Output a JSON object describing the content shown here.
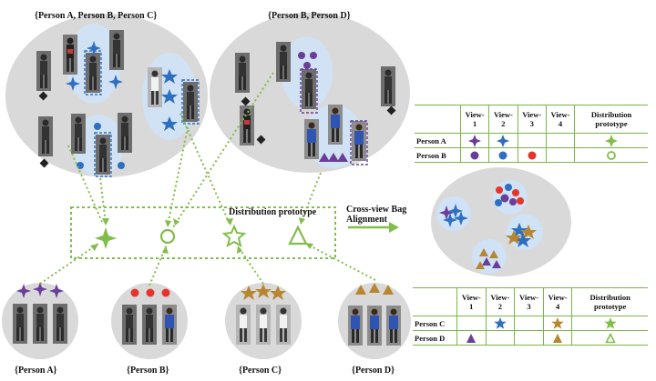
{
  "bags": {
    "left": "{Person A, Person B, Person C}",
    "right": "{Person B, Person D}"
  },
  "prototype_box_label": "Distribution prototype",
  "alignment_label": "Cross-view Bag Alignment",
  "persons": [
    "{Person A}",
    "{Person B}",
    "{Person C}",
    "{Person D}"
  ],
  "table_top": {
    "headers": [
      "View-1",
      "View-2",
      "View-3",
      "View-4",
      "Distribution prototype"
    ],
    "rows": [
      {
        "label": "Person A",
        "cells": [
          "purple-cross-star-icon",
          "blue-cross-star-icon",
          "",
          "",
          "green-cross-star-icon"
        ]
      },
      {
        "label": "Person B",
        "cells": [
          "purple-circle-icon",
          "blue-circle-icon",
          "red-circle-icon",
          "",
          "green-ring-icon"
        ]
      }
    ]
  },
  "table_bottom": {
    "headers": [
      "View-1",
      "View-2",
      "View-3",
      "View-4",
      "Distribution prototype"
    ],
    "rows": [
      {
        "label": "Person C",
        "cells": [
          "",
          "blue-star-icon",
          "",
          "brown-star-icon",
          "green-star-icon"
        ]
      },
      {
        "label": "Person D",
        "cells": [
          "purple-triangle-icon",
          "",
          "",
          "brown-triangle-icon",
          "green-triangle-outline-icon"
        ]
      }
    ]
  },
  "colors": {
    "bag_gray": "#d9d9d9",
    "glow_blue": "#cfe2f6",
    "proto_green": "#82bd4a",
    "purple": "#6a3d9a",
    "blue": "#2e6fc1",
    "red": "#e5352b",
    "brown": "#b8862f",
    "dark": "#222222"
  }
}
